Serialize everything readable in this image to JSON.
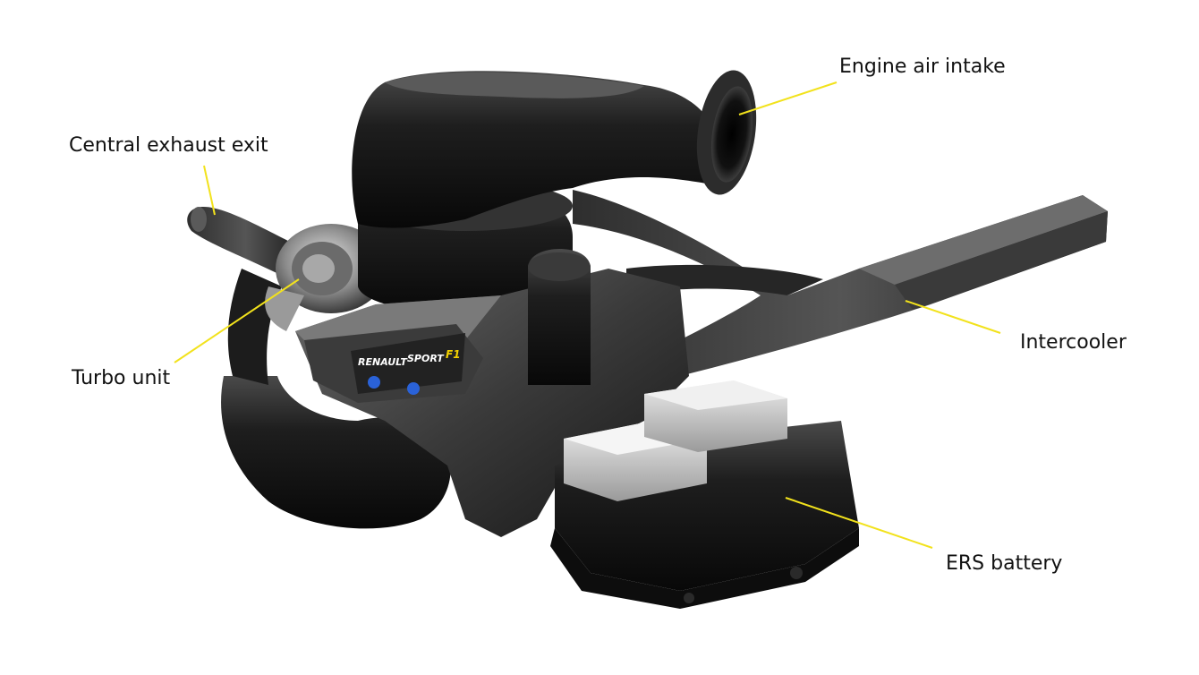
{
  "diagram": {
    "components": [
      {
        "id": "engine-air-intake",
        "label": "Engine air intake"
      },
      {
        "id": "central-exhaust-exit",
        "label": "Central exhaust exit"
      },
      {
        "id": "turbo-unit",
        "label": "Turbo unit"
      },
      {
        "id": "intercooler",
        "label": "Intercooler"
      },
      {
        "id": "ers-battery",
        "label": "ERS battery"
      }
    ],
    "branding": {
      "maker": "RENAULT",
      "series": "SPORT",
      "suffix": "F1"
    },
    "colors": {
      "leader_line": "#f2e21c",
      "background": "#ffffff",
      "label_text": "#111111",
      "carbon_dark": "#141414",
      "carbon_mid": "#2b2b2b",
      "metal_light": "#bdbdbd",
      "renault_yellow": "#f3d100",
      "bolt_blue": "#2a62d8"
    }
  }
}
